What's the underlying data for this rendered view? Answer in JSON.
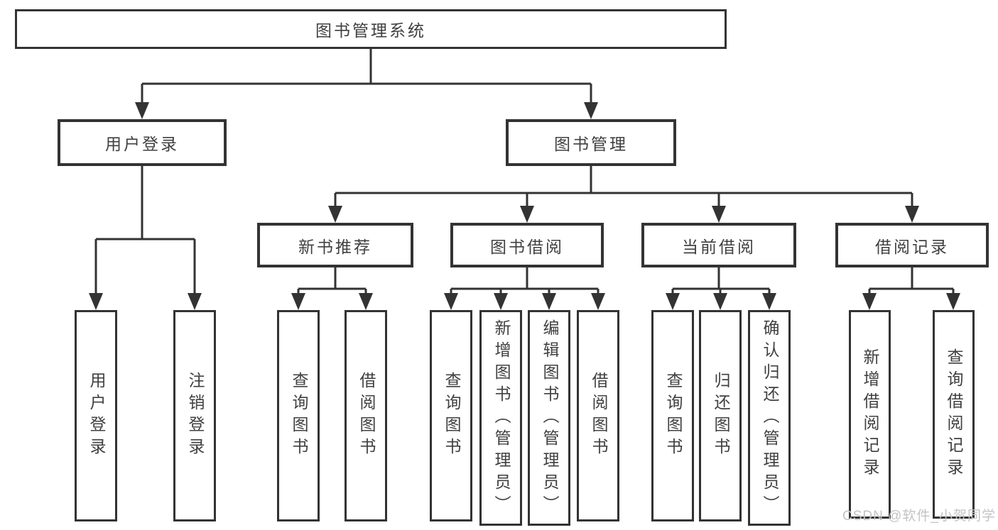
{
  "diagram": {
    "type": "hierarchy",
    "root": {
      "label": "图书管理系统"
    },
    "branches": [
      {
        "label": "用户登录",
        "children": [
          {
            "label": "用户登录"
          },
          {
            "label": "注销登录"
          }
        ]
      },
      {
        "label": "图书管理",
        "children": [
          {
            "label": "新书推荐",
            "children": [
              {
                "label": "查询图书"
              },
              {
                "label": "借阅图书"
              }
            ]
          },
          {
            "label": "图书借阅",
            "children": [
              {
                "label": "查询图书"
              },
              {
                "label": "新增图书（管理员）"
              },
              {
                "label": "编辑图书（管理员）"
              },
              {
                "label": "借阅图书"
              }
            ]
          },
          {
            "label": "当前借阅",
            "children": [
              {
                "label": "查询图书"
              },
              {
                "label": "归还图书"
              },
              {
                "label": "确认归还（管理员）"
              }
            ]
          },
          {
            "label": "借阅记录",
            "children": [
              {
                "label": "新增借阅记录"
              },
              {
                "label": "查询借阅记录"
              }
            ]
          }
        ]
      }
    ]
  },
  "watermark": "CSDN @软件_小贺同学",
  "colors": {
    "line": "#333333",
    "box_border": "#333333",
    "text": "#404040",
    "background": "#ffffff",
    "watermark": "#c3c3c3"
  }
}
